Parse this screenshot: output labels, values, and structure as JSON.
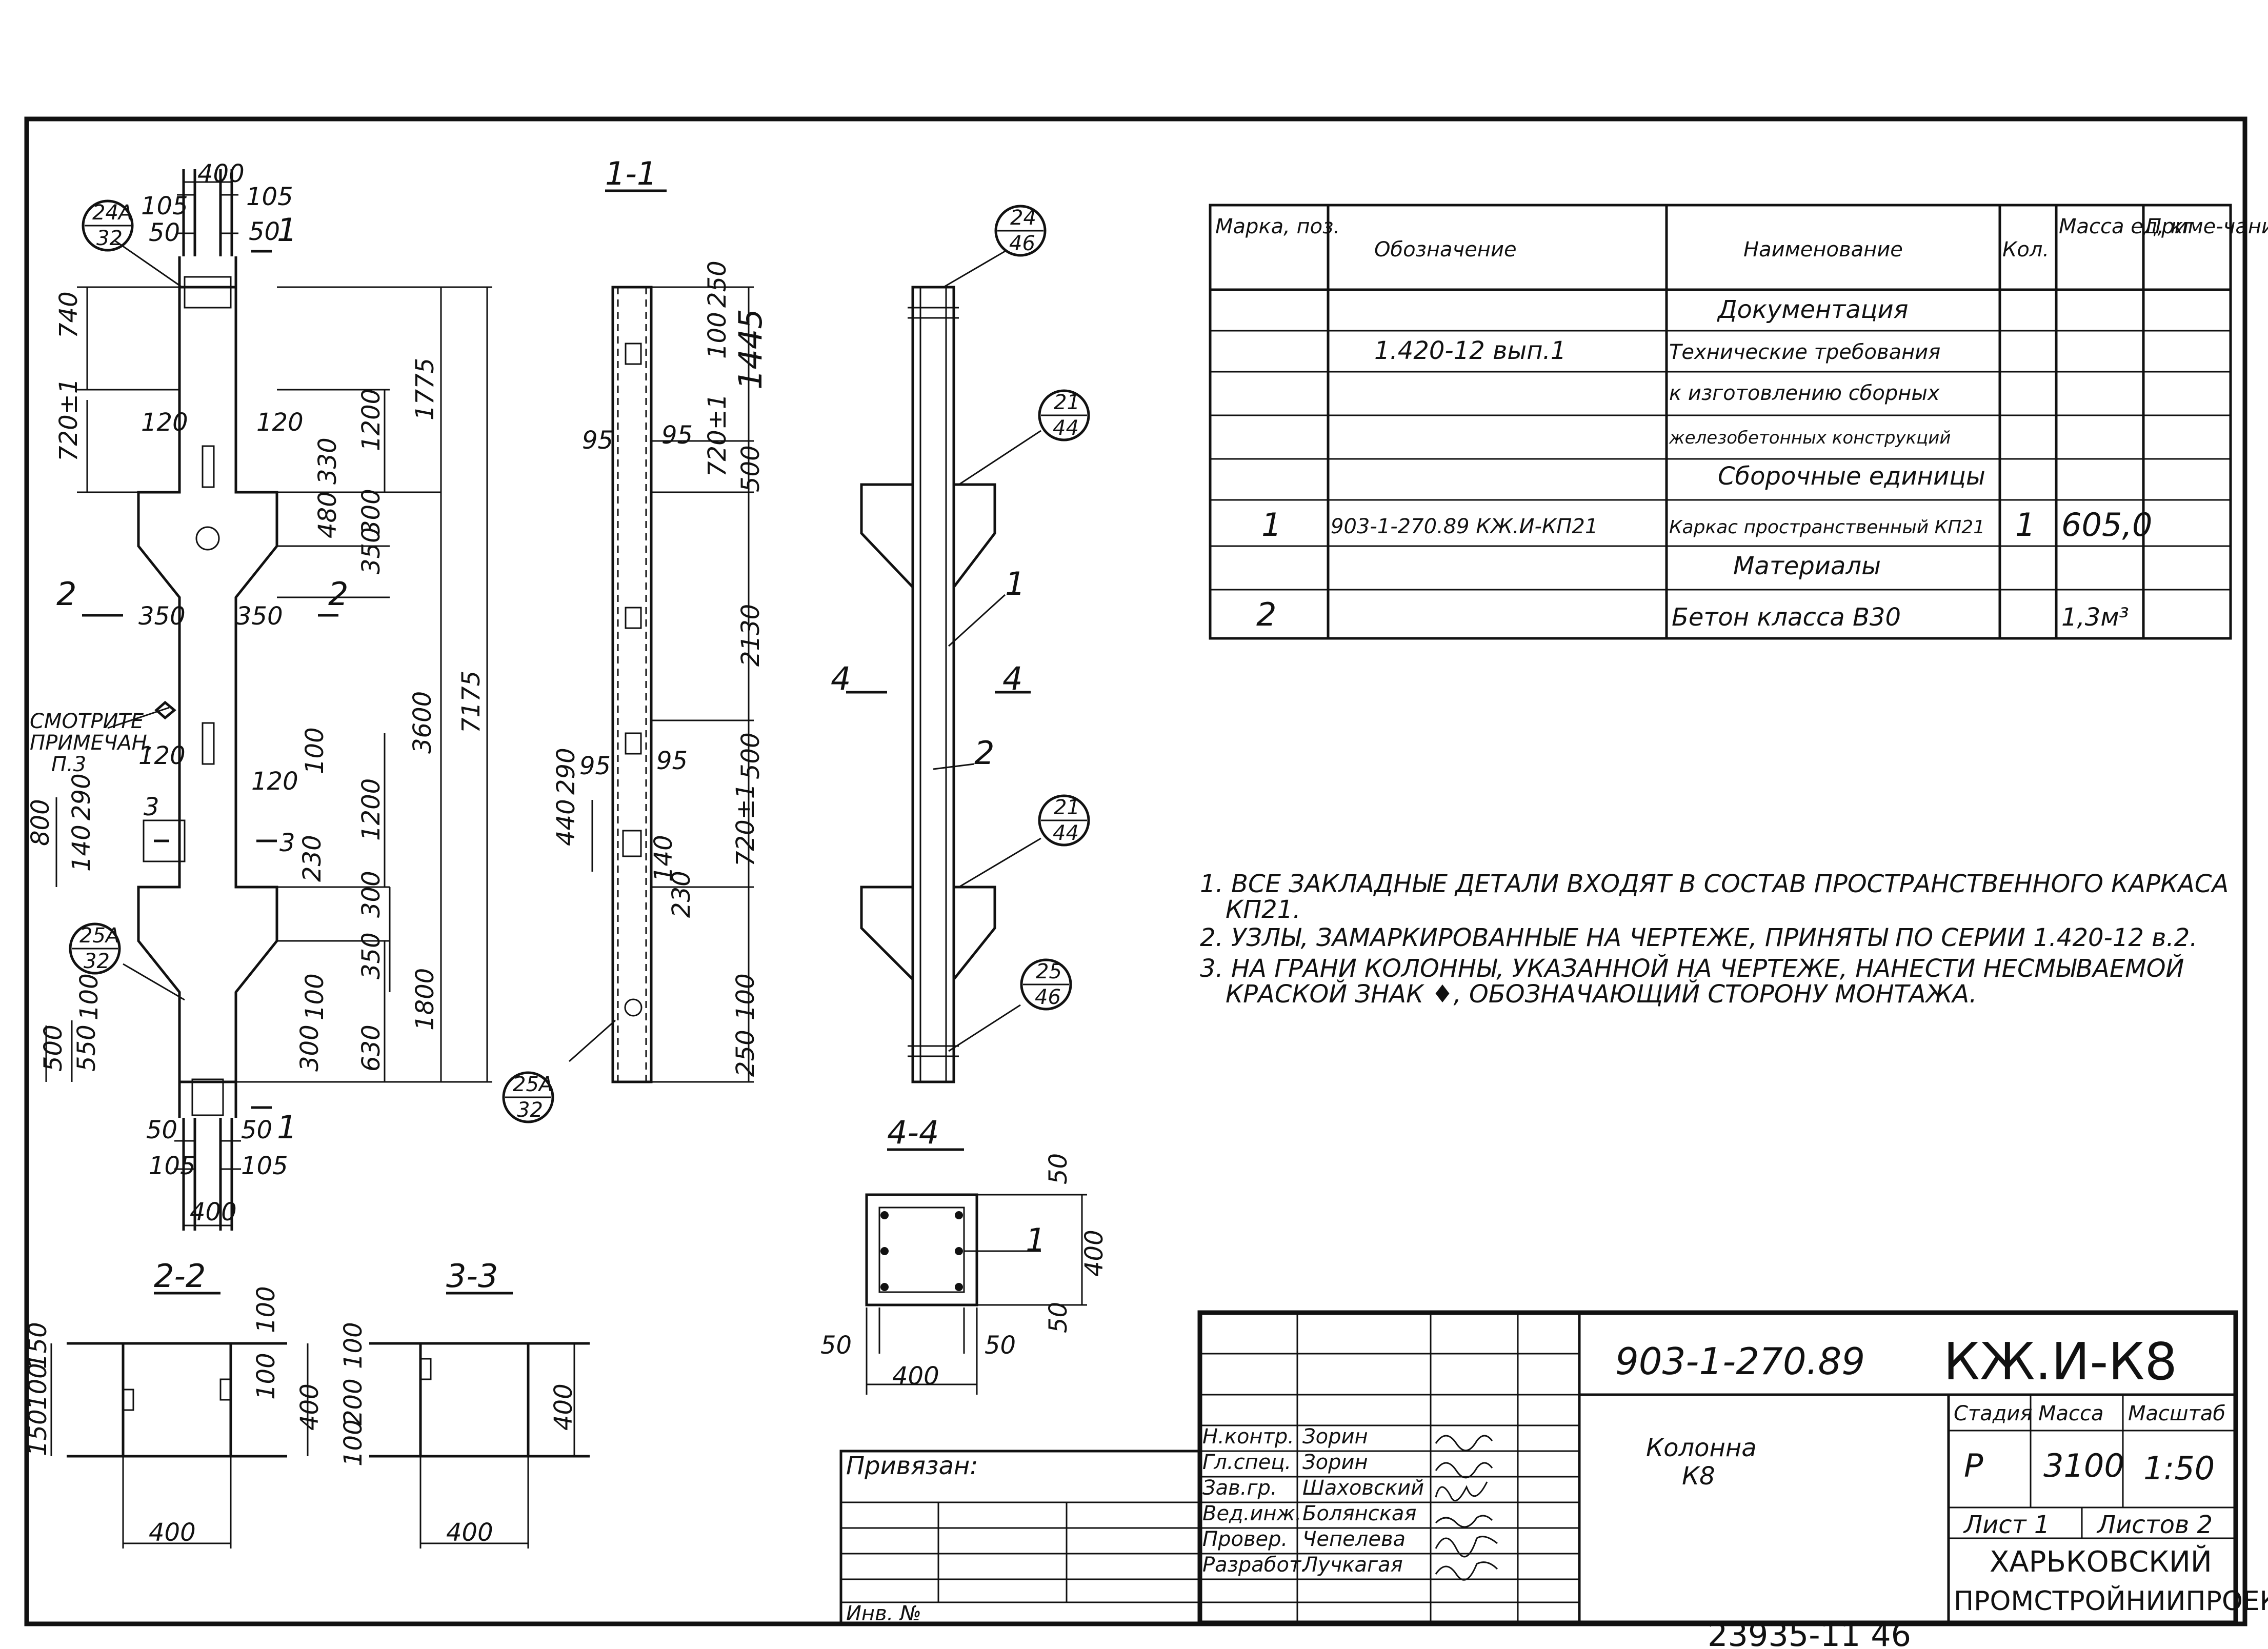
{
  "sections": {
    "s11": "1-1",
    "s22": "2-2",
    "s33": "3-3",
    "s44": "4-4"
  },
  "elevation_dims": [
    "400",
    "105",
    "105",
    "50",
    "50",
    "740",
    "720±1",
    "1200",
    "1775",
    "120",
    "120",
    "330",
    "480",
    "300",
    "350",
    "2",
    "2",
    "350",
    "350",
    "3600",
    "7175",
    "120",
    "120",
    "1200",
    "100",
    "800",
    "290",
    "140",
    "3",
    "3",
    "230",
    "300",
    "350",
    "1800",
    "100",
    "550",
    "500",
    "100",
    "300",
    "630",
    "50",
    "50",
    "105",
    "105",
    "400",
    "1",
    "1"
  ],
  "elevation_note": [
    "СМОТРИТЕ",
    "ПРИМЕЧАН.",
    "П.3"
  ],
  "callouts": [
    {
      "top": "24А",
      "bottom": "32"
    },
    {
      "top": "25А",
      "bottom": "32"
    },
    {
      "top": "25А",
      "bottom": "32"
    },
    {
      "top": "24",
      "bottom": "46"
    },
    {
      "top": "21",
      "bottom": "44"
    },
    {
      "top": "21",
      "bottom": "44"
    },
    {
      "top": "25",
      "bottom": "46"
    }
  ],
  "side_dims": [
    "250",
    "100",
    "1445",
    "95",
    "95",
    "720±1",
    "500",
    "2130",
    "95",
    "95",
    "500",
    "440",
    "290",
    "720±1",
    "140",
    "230",
    "250",
    "100"
  ],
  "cage_labels": [
    "1",
    "2",
    "4",
    "4"
  ],
  "section_dims": {
    "s44": [
      "50",
      "400",
      "50",
      "1",
      "50",
      "400",
      "50"
    ],
    "s22": [
      "150",
      "100",
      "150",
      "100",
      "100",
      "400",
      "400"
    ],
    "s33": [
      "100",
      "200",
      "100",
      "400",
      "400"
    ]
  },
  "spec_table": {
    "headers": [
      "Марка, поз.",
      "Обозначение",
      "Наименование",
      "Кол.",
      "Масса ед, кг",
      "Приме-чание"
    ],
    "rows": [
      [
        "",
        "",
        "Документация",
        "",
        "",
        ""
      ],
      [
        "",
        "1.420-12 вып.1",
        "Технические требования",
        "",
        "",
        ""
      ],
      [
        "",
        "",
        "к изготовлению сборных",
        "",
        "",
        ""
      ],
      [
        "",
        "",
        "железобетонных конструкций",
        "",
        "",
        ""
      ],
      [
        "",
        "",
        "Сборочные единицы",
        "",
        "",
        ""
      ],
      [
        "1",
        "903-1-270.89  КЖ.И-КП21",
        "Каркас пространственный КП21",
        "1",
        "605,0",
        ""
      ],
      [
        "",
        "",
        "Материалы",
        "",
        "",
        ""
      ],
      [
        "2",
        "",
        "Бетон класса В30",
        "",
        "1,3м³",
        ""
      ]
    ]
  },
  "notes": [
    "1. ВСЕ ЗАКЛАДНЫЕ ДЕТАЛИ ВХОДЯТ В СОСТАВ ПРОСТРАНСТВЕННОГО КАРКАСА",
    "КП21.",
    "2. УЗЛЫ, ЗАМАРКИРОВАННЫЕ НА ЧЕРТЕЖЕ, ПРИНЯТЫ ПО СЕРИИ 1.420-12 в.2.",
    "3. НА ГРАНИ КОЛОННЫ, УКАЗАННОЙ НА ЧЕРТЕЖЕ, НАНЕСТИ НЕСМЫВАЕМОЙ",
    "КРАСКОЙ ЗНАК ♦, ОБОЗНАЧАЮЩИЙ СТОРОНУ МОНТАЖА."
  ],
  "title_block": {
    "project": "903-1-270.89",
    "code": "КЖ.И-К8",
    "name_line1": "Колонна",
    "name_line2": "К8",
    "stage_h": "Стадия",
    "mass_h": "Масса",
    "scale_h": "Масштаб",
    "stage": "Р",
    "mass": "3100",
    "scale": "1:50",
    "sheet": "Лист 1",
    "sheets": "Листов 2",
    "org1": "ХАРЬКОВСКИЙ",
    "org2": "ПРОМСТРОЙНИИПРОЕКТ",
    "privyazan": "Привязан:",
    "inv": "Инв. №",
    "staff": [
      {
        "role": "Н.контр.",
        "name": "Зорин"
      },
      {
        "role": "Гл.спец.",
        "name": "Зорин"
      },
      {
        "role": "Зав.гр.",
        "name": "Шаховский"
      },
      {
        "role": "Вед.инж.",
        "name": "Болянская"
      },
      {
        "role": "Провер.",
        "name": "Чепелева"
      },
      {
        "role": "Разработ.",
        "name": "Лучкагая"
      }
    ]
  },
  "footer": "23935-11   46"
}
